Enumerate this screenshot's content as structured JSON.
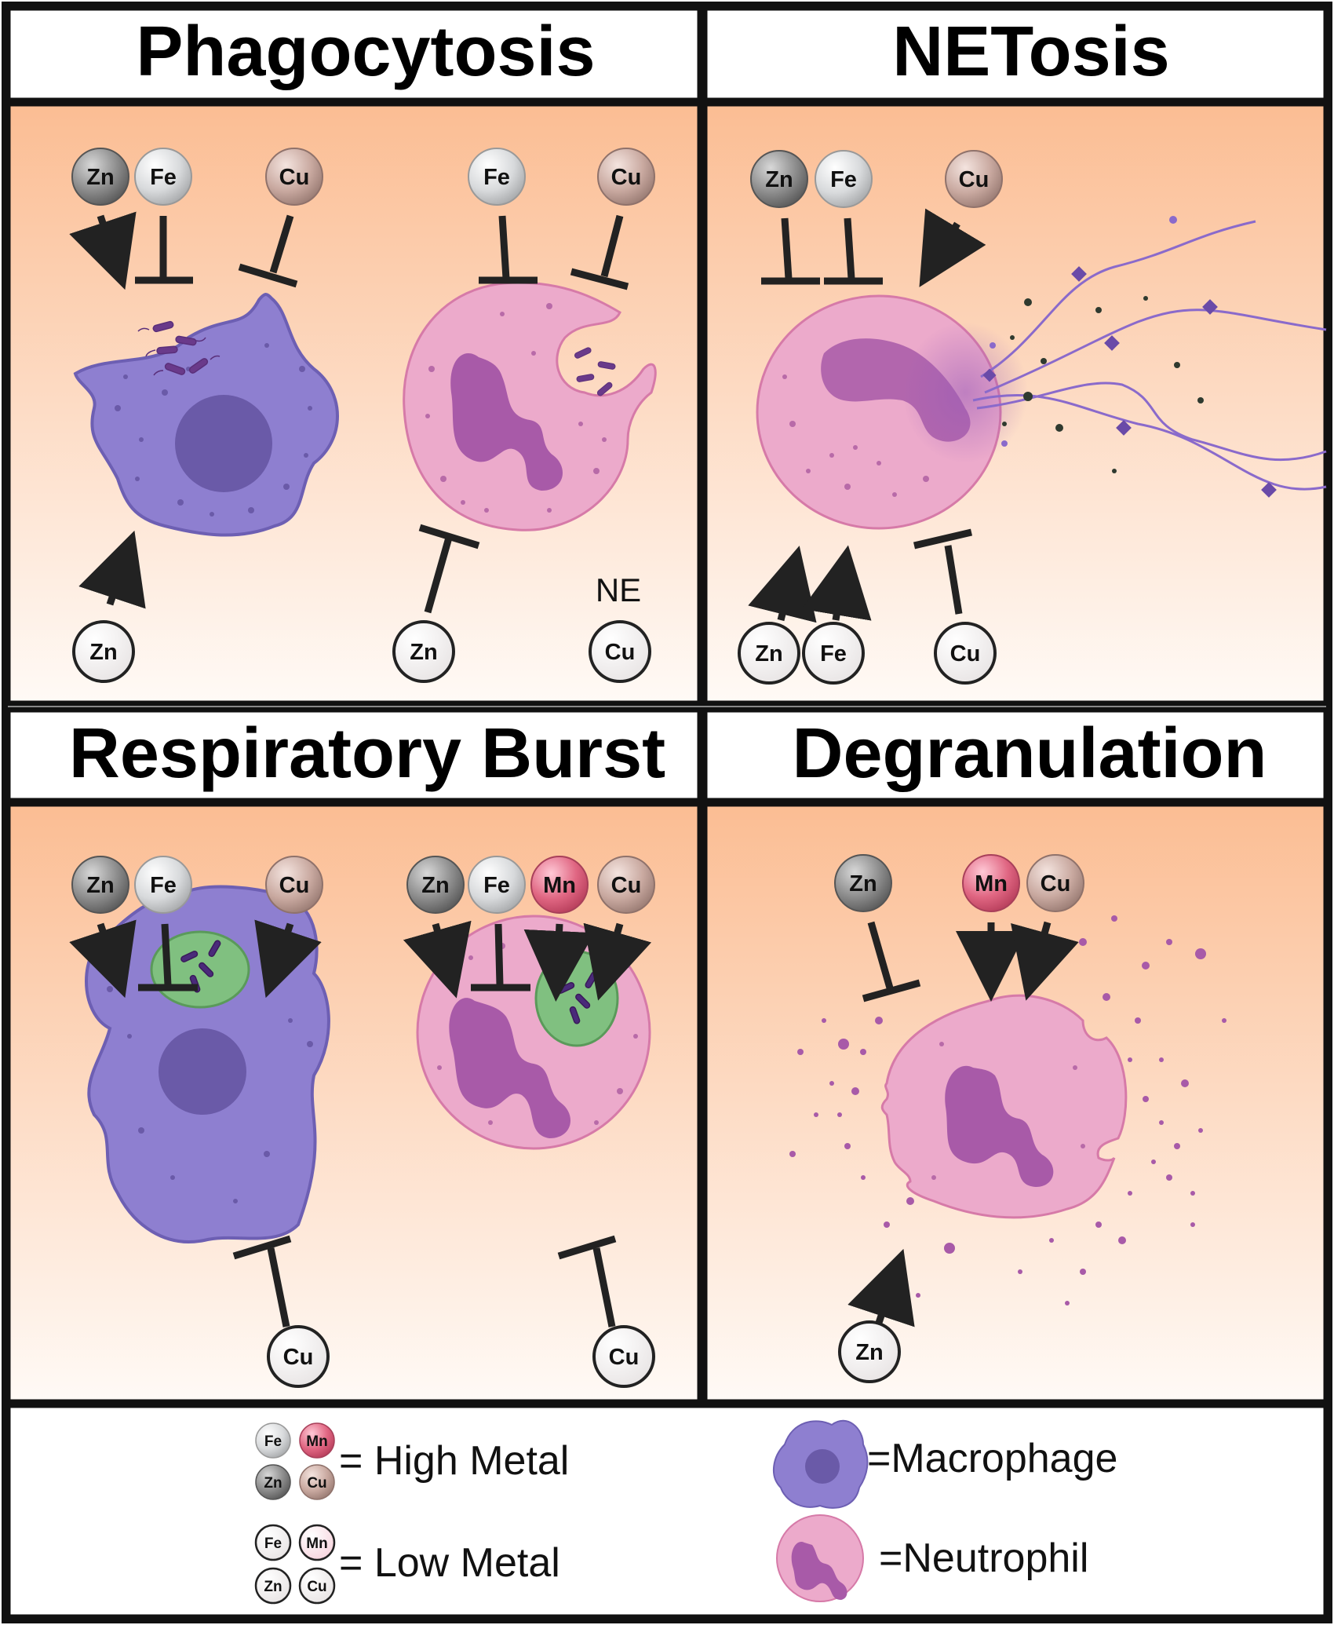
{
  "titles": {
    "phagocytosis": "Phagocytosis",
    "netosis": "NETosis",
    "respiratory_burst": "Respiratory Burst",
    "degranulation": "Degranulation"
  },
  "metals": {
    "zn": "Zn",
    "fe": "Fe",
    "cu": "Cu",
    "mn": "Mn"
  },
  "ne_label": "NE",
  "legend": {
    "high_metal": "= High Metal",
    "low_metal": "= Low Metal",
    "macrophage": "=Macrophage",
    "neutrophil": "=Neutrophil"
  },
  "colors": {
    "zn_high": "#8a8a8a",
    "fe_high": "#d6d8da",
    "cu_high": "#c9aaa2",
    "mn_high": "#e0607e",
    "low_metal": "#f0eeee",
    "macrophage": "#8e7fd0",
    "neutrophil": "#ecaacb",
    "panel_top": "#fbbd93",
    "panel_bottom": "#fffaf6"
  }
}
